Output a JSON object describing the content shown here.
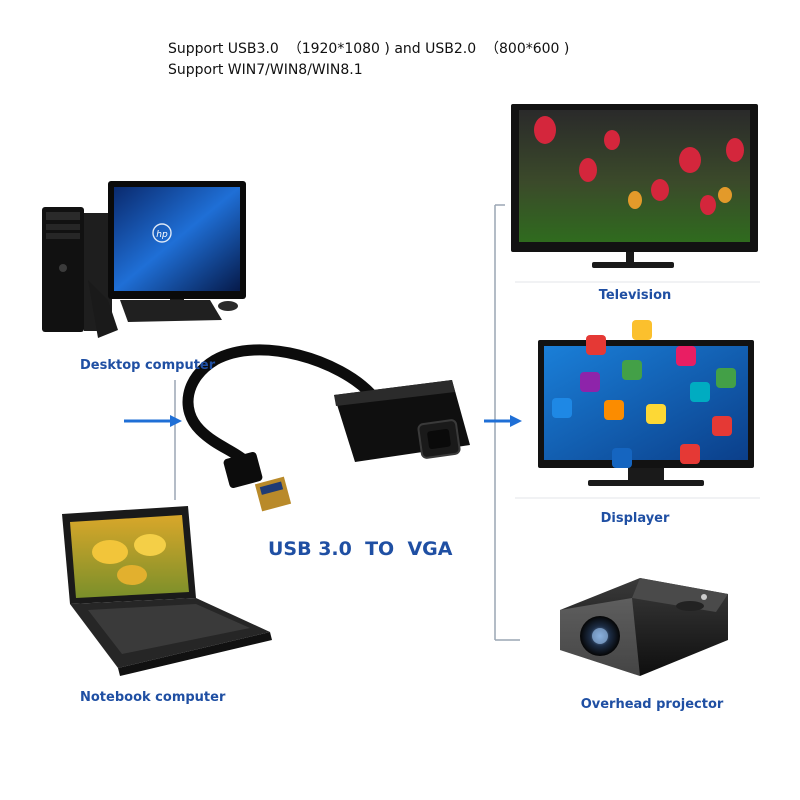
{
  "header": {
    "line1": "Support USB3.0  （1920*1080 ) and USB2.0  （800*600 )",
    "line2": "Support WIN7/WIN8/WIN8.1"
  },
  "devices": {
    "desktop": "Desktop computer",
    "notebook": "Notebook computer",
    "television": "Television",
    "displayer": "Displayer",
    "projector": "Overhead projector"
  },
  "adapter": {
    "title": "USB 3.0  TO  VGA",
    "monitor_brand": "hp"
  },
  "colors": {
    "label_blue": "#1f4fa3",
    "arrow_blue": "#1f6fd6",
    "connector_line": "#9aa6b4"
  }
}
